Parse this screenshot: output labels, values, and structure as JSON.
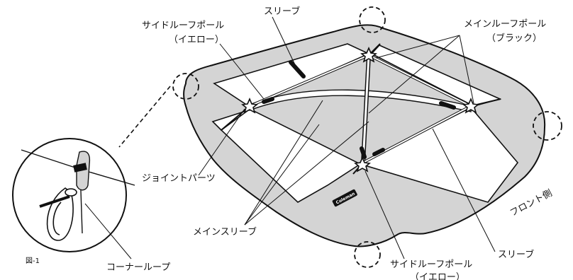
{
  "labels": {
    "side_roof_pole_top": "サイドルーフポール",
    "side_roof_pole_top_color": "（イエロー）",
    "sleeve_top": "スリーブ",
    "main_roof_pole": "メインルーフポール",
    "main_roof_pole_color": "（ブラック）",
    "joint_parts": "ジョイントパーツ",
    "main_sleeve": "メインスリーブ",
    "corner_loop": "コーナーループ",
    "figure_number": "図-1",
    "front_side": "フロント側",
    "sleeve_bottom": "スリーブ",
    "side_roof_pole_bottom": "サイドルーフポール",
    "side_roof_pole_bottom_color": "（イエロー）"
  },
  "brand_logo": "Coleman",
  "colors": {
    "roof_fill": "#d4d4d4",
    "line": "#111111",
    "panel_fill": "#ffffff"
  },
  "icons": [
    "star-joint-icon",
    "corner-loop-icon",
    "dashed-circle-icon",
    "coleman-logo-icon"
  ]
}
